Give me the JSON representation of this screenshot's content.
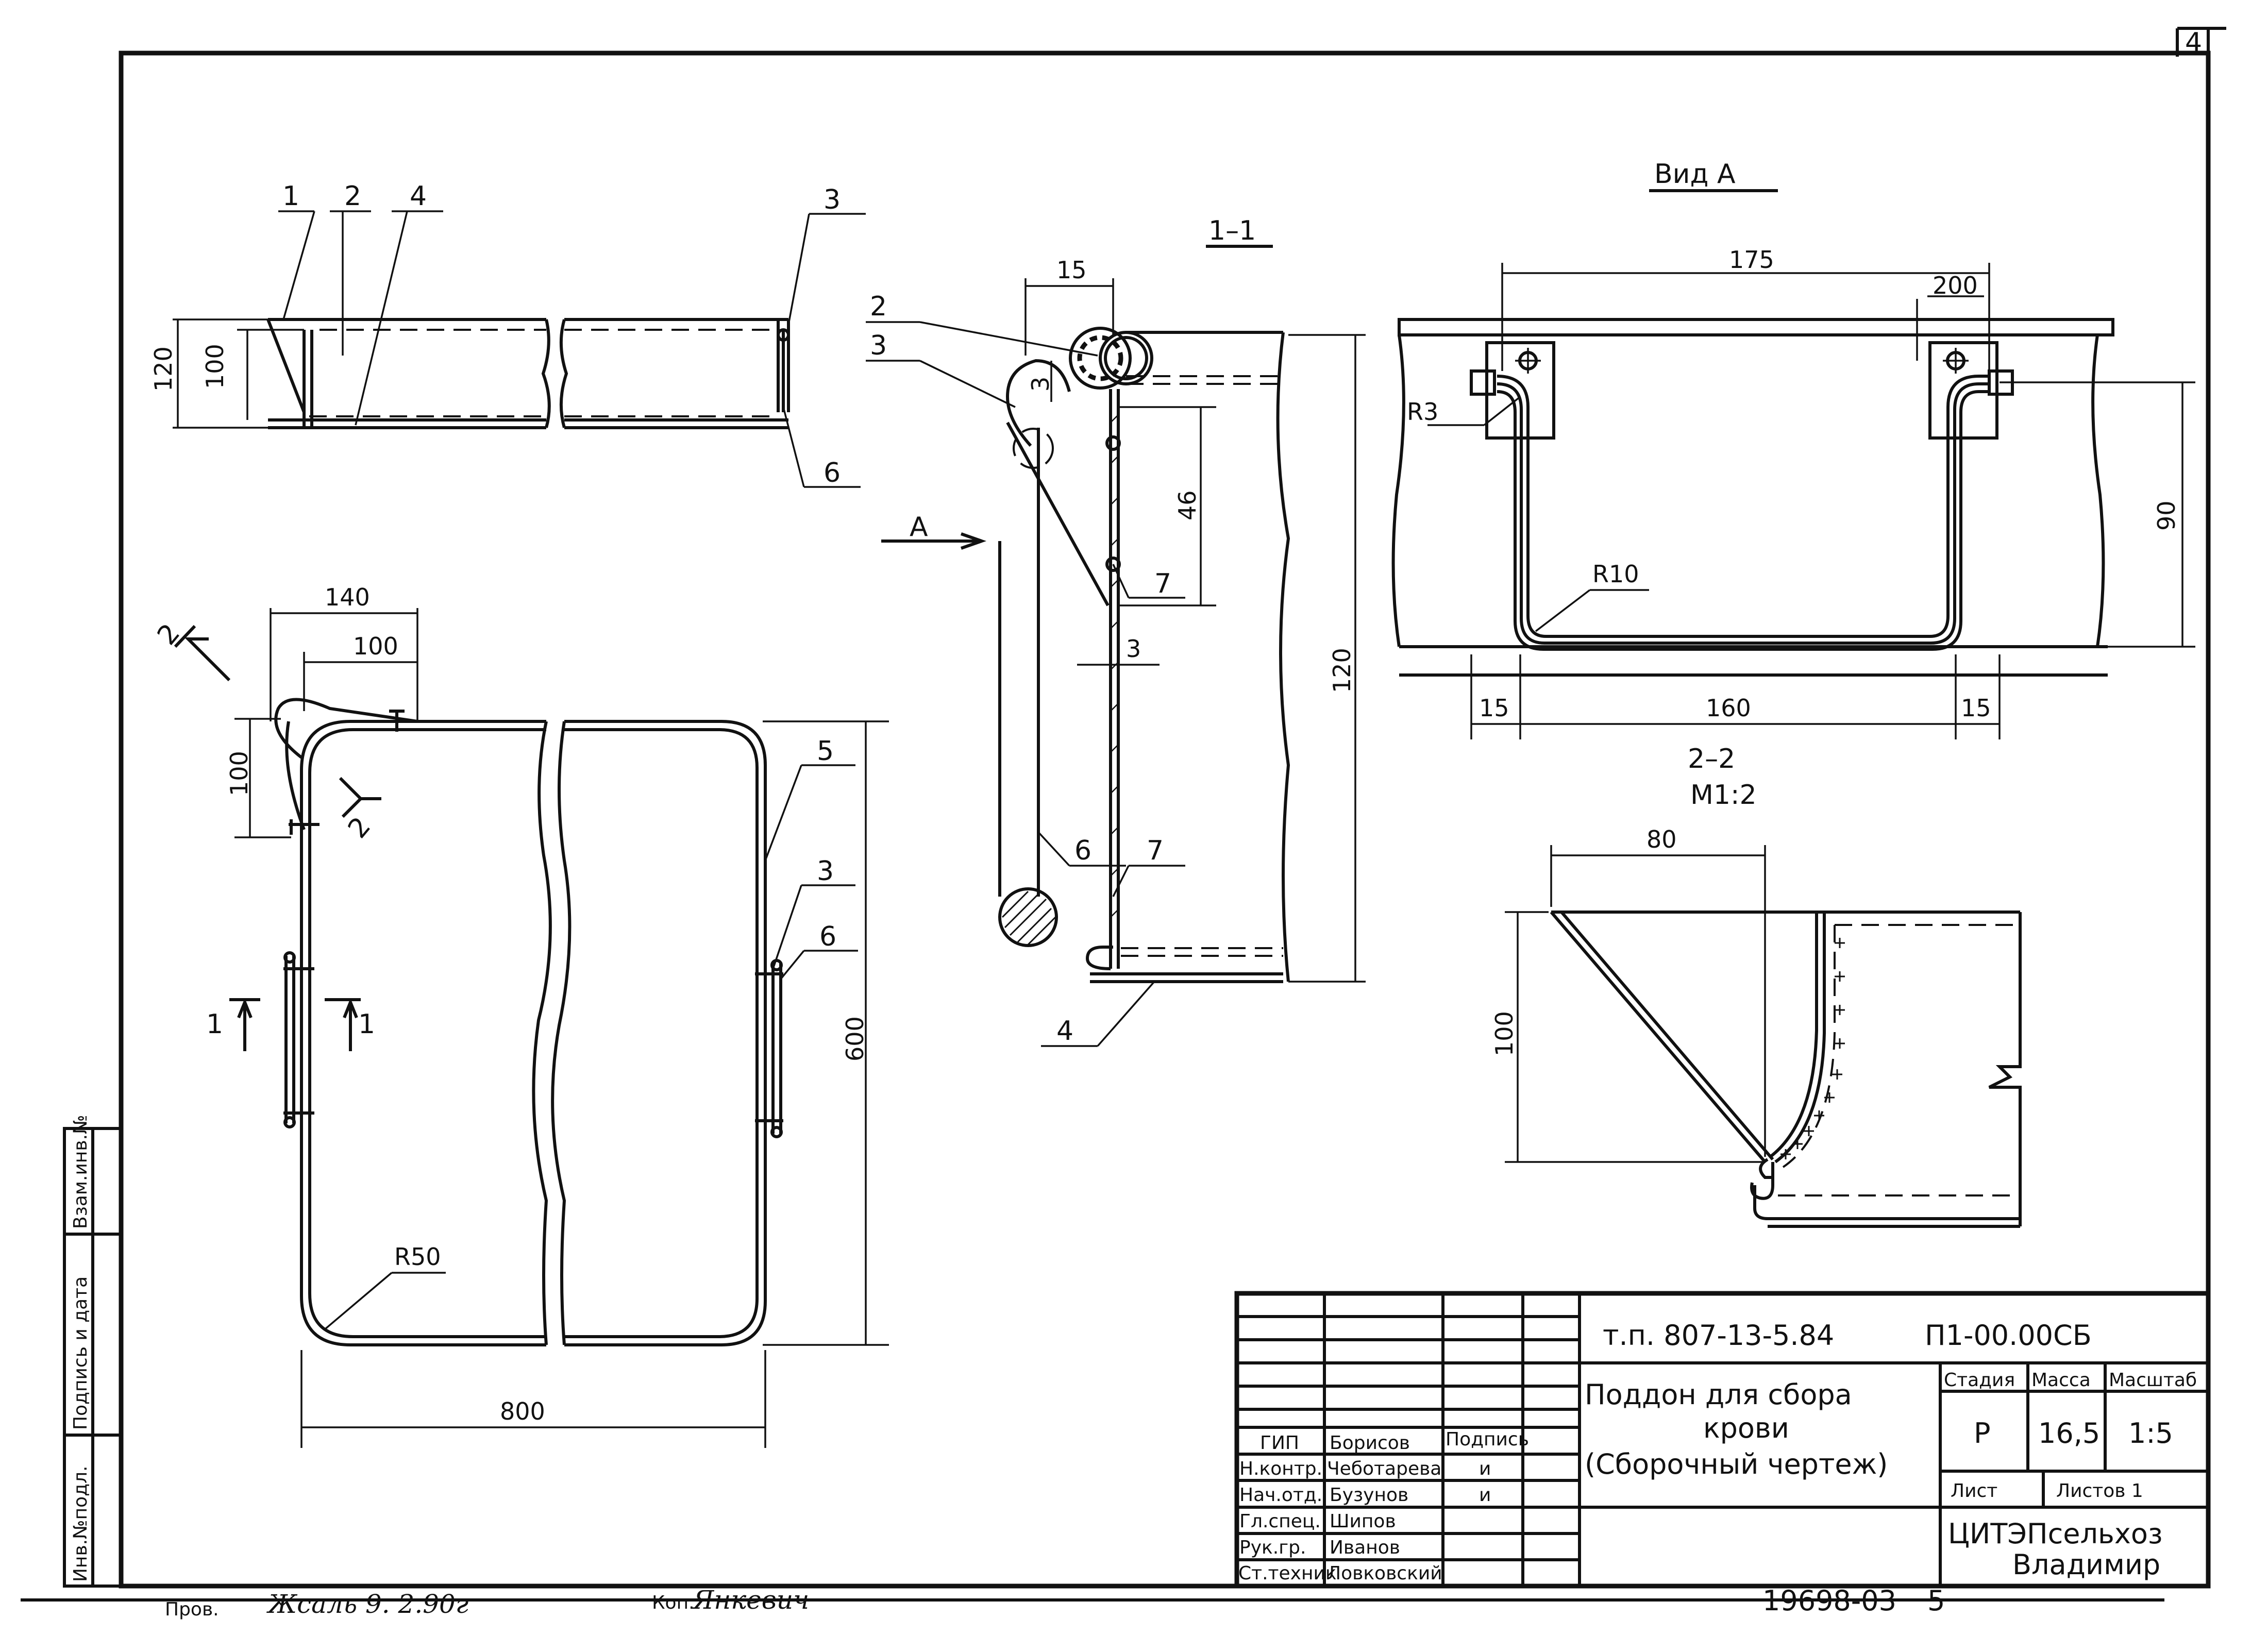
{
  "sheet": {
    "sheet_corner_number": "4",
    "doc_number": "т.п. 807-13-5.84",
    "drawing_code": "П1-00.00СБ",
    "title_lines": [
      "Поддон для сбора",
      "крови",
      "(Сборочный чертеж)"
    ],
    "stage_label": "Стадия",
    "mass_label": "Масса",
    "scale_label": "Масштаб",
    "stage": "Р",
    "mass": "16,5",
    "scale": "1:5",
    "sheet_label": "Лист",
    "sheets_label": "Листов 1",
    "org_line1": "ЦИТЭПсельхоз",
    "org_line2": "Владимир",
    "signature_header": "Подпись",
    "personnel": [
      {
        "role": "ГИП",
        "name": "Борисов",
        "sig": ""
      },
      {
        "role": "Н.контр.",
        "name": "Чеботарева",
        "sig": "и"
      },
      {
        "role": "Нач.отд.",
        "name": "Бузунов",
        "sig": "и"
      },
      {
        "role": "Гл.спец.",
        "name": "Шипов",
        "sig": ""
      },
      {
        "role": "Рук.гр.",
        "name": "Иванов",
        "sig": ""
      },
      {
        "role": "Ст.техник",
        "name": "Ловковский",
        "sig": ""
      }
    ],
    "side_labels": [
      "Инв.№подл.",
      "Подпись и дата",
      "Взам.инв.№"
    ],
    "archive_number": "19698-03",
    "page_number": "5",
    "checked_label": "Пров.",
    "checked_sign": "Жсаль  9. 2.90г",
    "copied_label": "Коп.",
    "copied_sign": "Янкевич"
  },
  "views": {
    "section_1_1": "1–1",
    "view_a": "Вид А",
    "section_2_2": "2–2",
    "section_2_2_scale": "М1:2",
    "arrow_a": "А",
    "cut_1": "1",
    "cut_2": "2"
  },
  "callouts": {
    "top_view": [
      "1",
      "2",
      "4",
      "3",
      "6"
    ],
    "plan_view": [
      "5",
      "3",
      "6"
    ],
    "section_1_1": [
      "2",
      "3",
      "7",
      "6",
      "7",
      "4"
    ]
  },
  "dimensions": {
    "top_120": "120",
    "top_100": "100",
    "plan_140": "140",
    "plan_100_horizontal": "100",
    "plan_100_vertical": "100",
    "plan_600": "600",
    "plan_800": "800",
    "plan_r50": "R50",
    "sec_15": "15",
    "sec_3_top": "3",
    "sec_46": "46",
    "sec_3_mid": "3",
    "sec_120": "120",
    "va_175": "175",
    "va_200": "200",
    "va_r3": "R3",
    "va_r10": "R10",
    "va_90": "90",
    "va_15_left": "15",
    "va_160": "160",
    "va_15_right": "15",
    "s22_80": "80",
    "s22_100": "100"
  }
}
